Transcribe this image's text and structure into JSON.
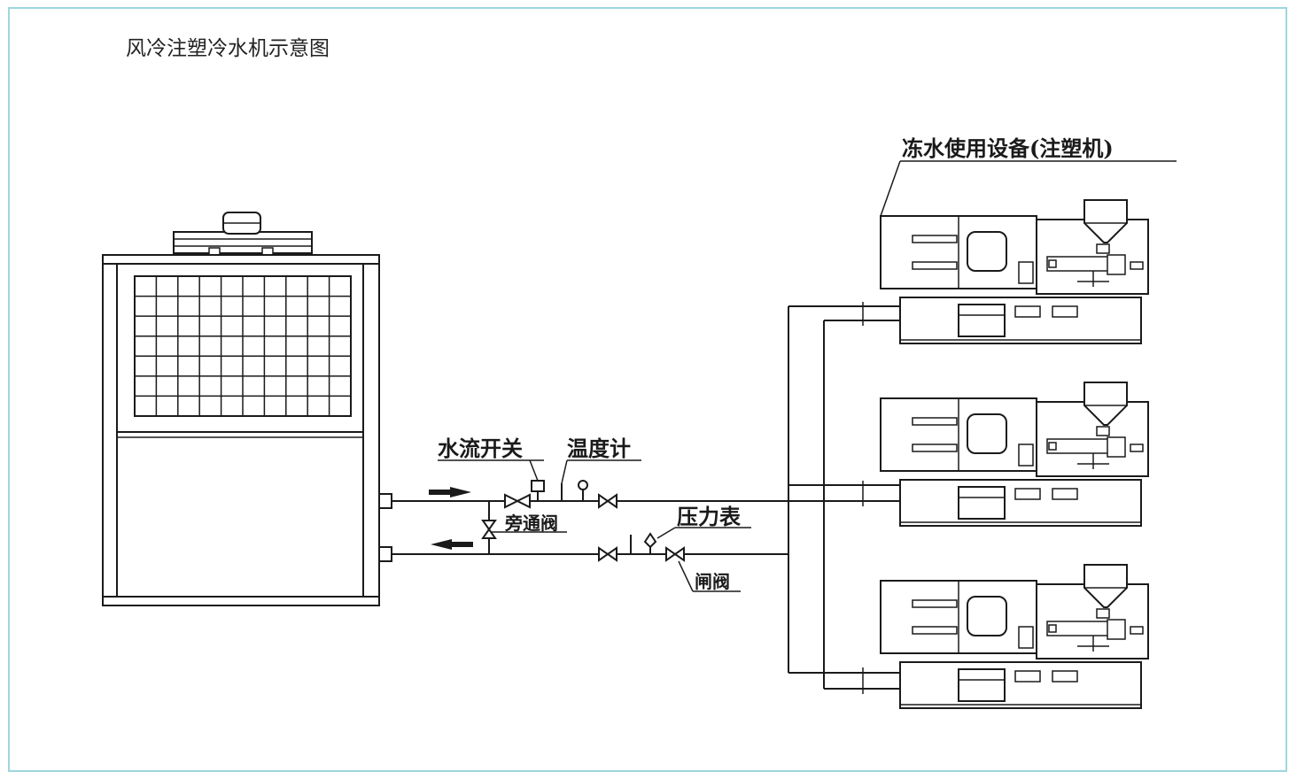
{
  "diagram": {
    "title": "风冷注塑冷水机示意图",
    "labels": {
      "equipment": "冻水使用设备(注塑机)",
      "flow_switch": "水流开关",
      "thermometer": "温度计",
      "bypass_valve": "旁通阀",
      "pressure_gauge": "压力表",
      "gate_valve": "闸阀"
    },
    "colors": {
      "frame_border": "#9fd6df",
      "line": "#1a1a1a",
      "background": "#ffffff"
    },
    "components": {
      "chiller_unit": "air-cooled-chiller",
      "machines": [
        "injection-molding-machine-1",
        "injection-molding-machine-2",
        "injection-molding-machine-3"
      ]
    }
  }
}
